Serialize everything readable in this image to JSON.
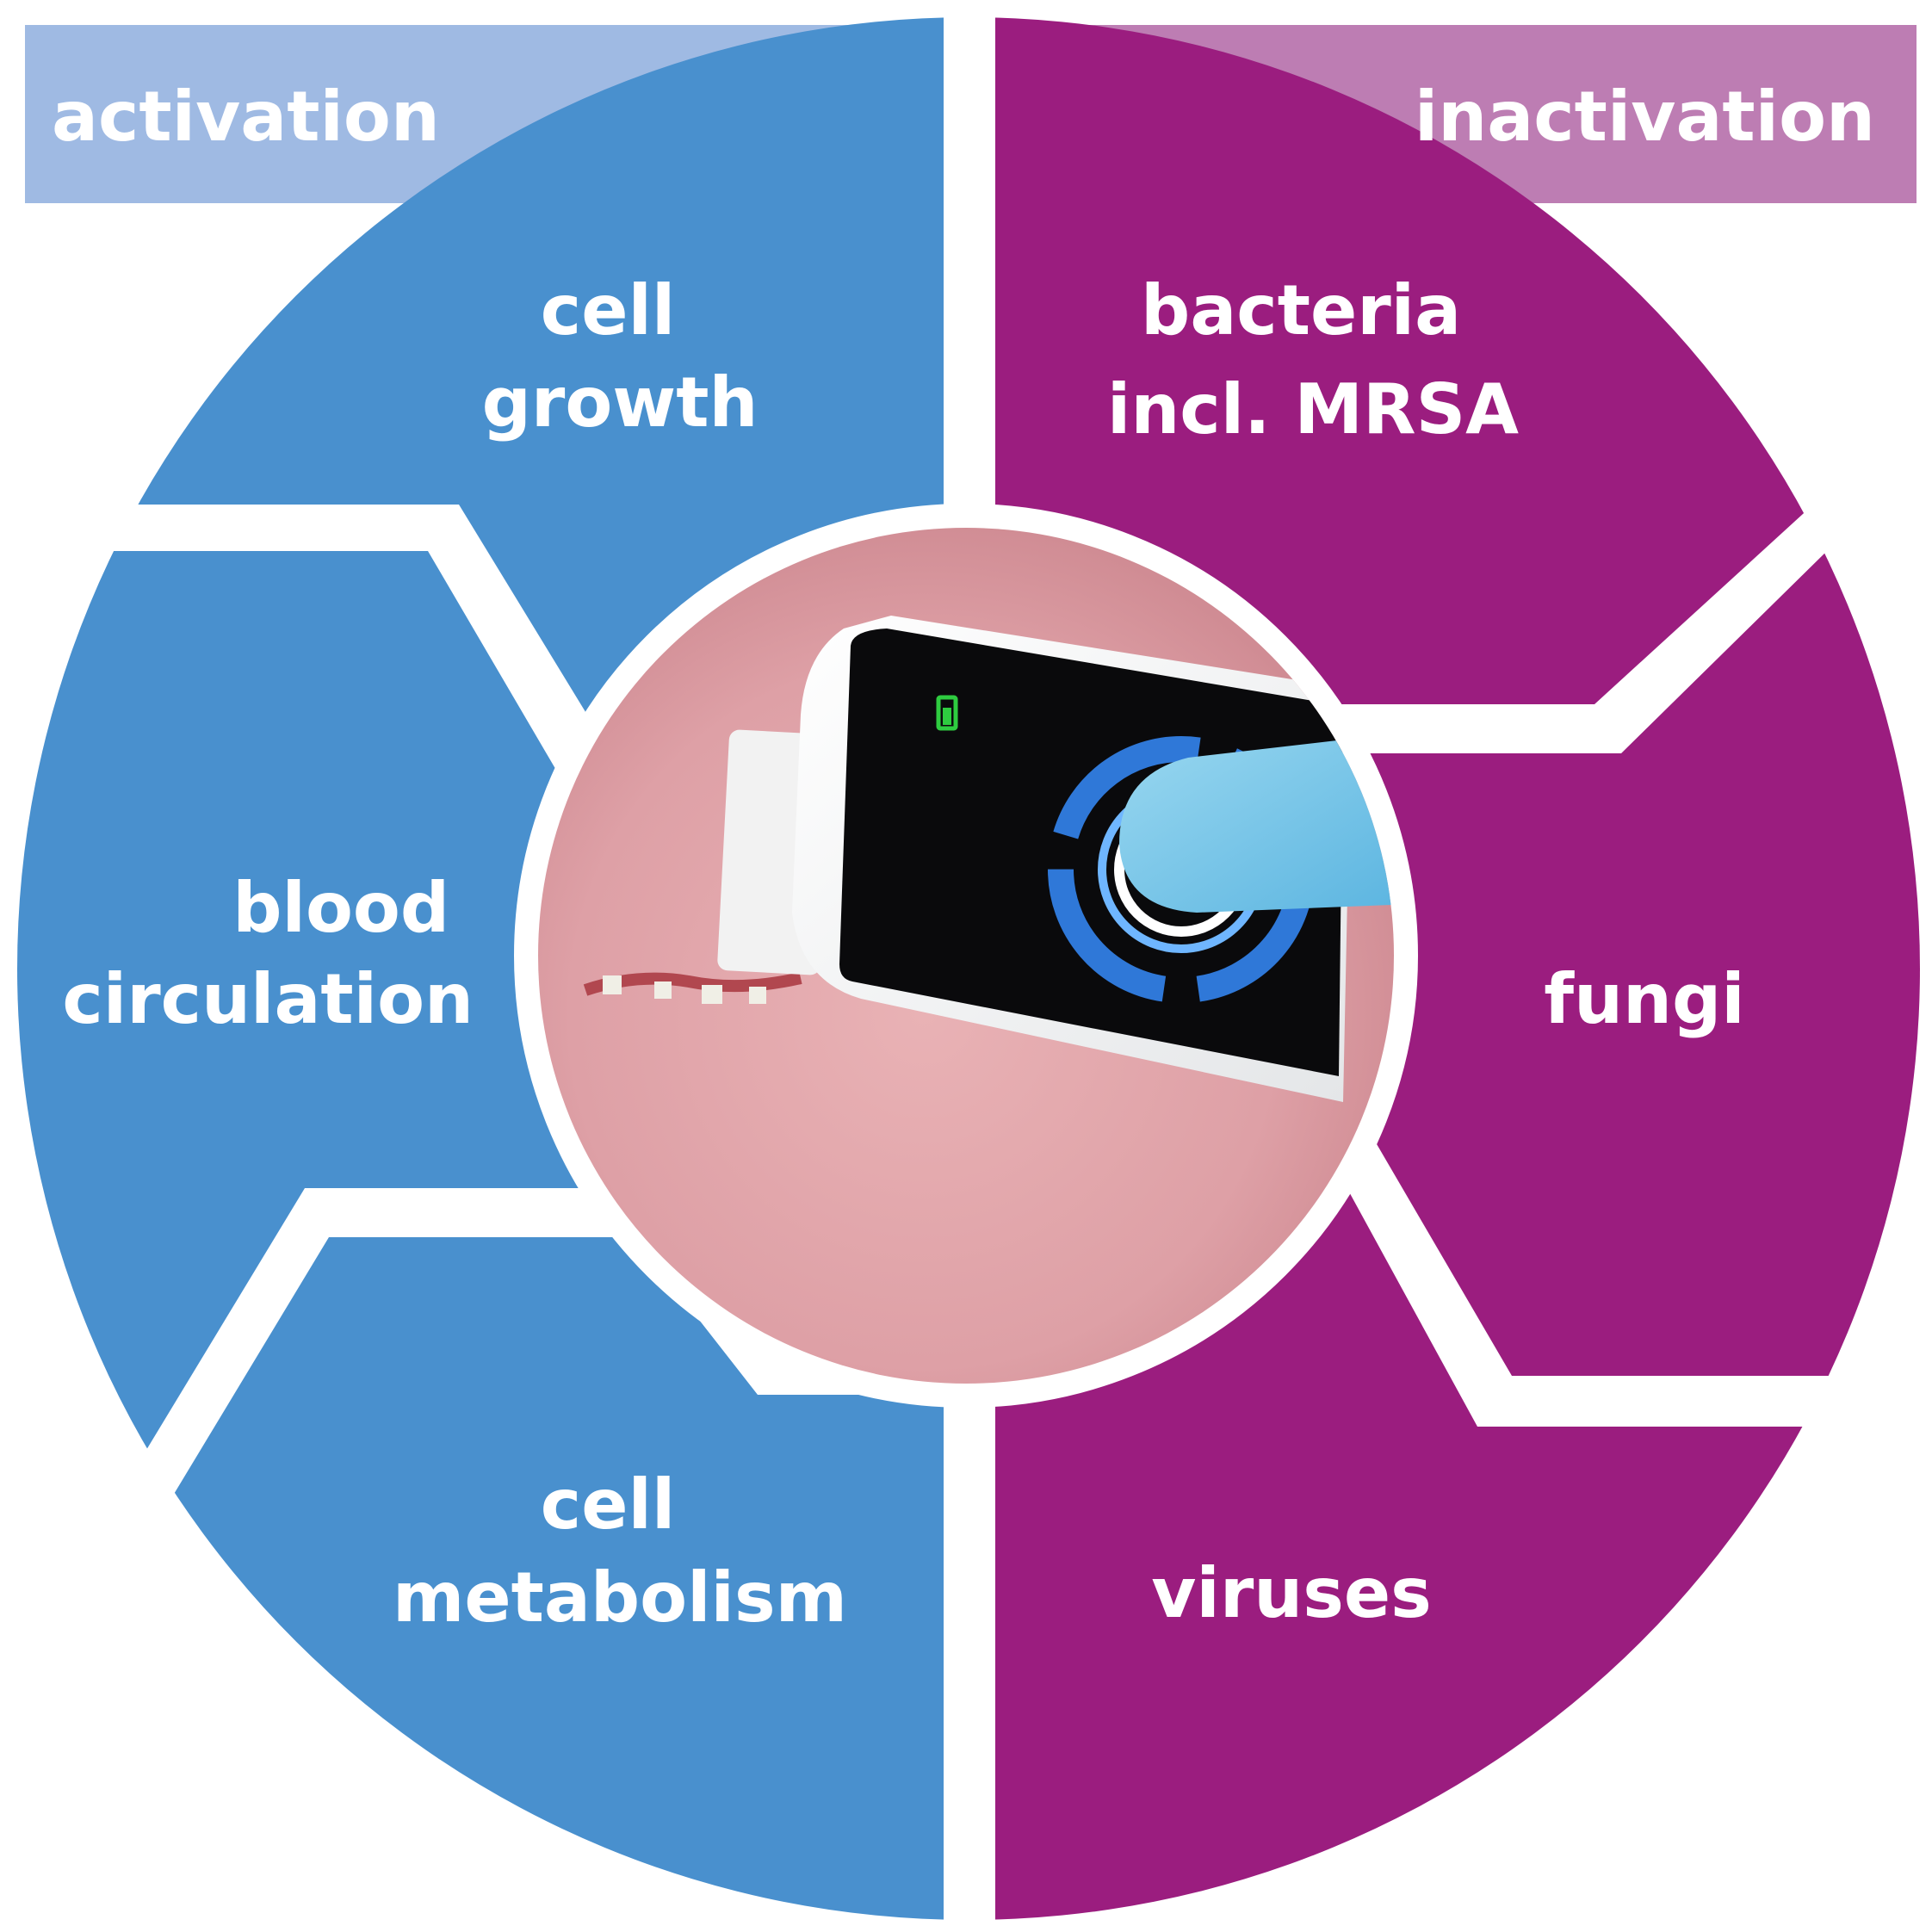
{
  "headers": {
    "left": "activation",
    "right": "inactivation"
  },
  "colors": {
    "activation": "#4990CE",
    "activation_header": "#9FBAE3",
    "inactivation": "#9B1D7F",
    "inactivation_header": "#BD7DB3",
    "background": "#FFFFFF"
  },
  "segments": {
    "cell_growth": [
      "cell",
      "growth"
    ],
    "blood_circulation": [
      "blood",
      "circulation"
    ],
    "cell_metabolism": [
      "cell",
      "metabolism"
    ],
    "bacteria": [
      "bacteria",
      "incl. MRSA"
    ],
    "fungi": [
      "fungi"
    ],
    "viruses": [
      "viruses"
    ]
  }
}
